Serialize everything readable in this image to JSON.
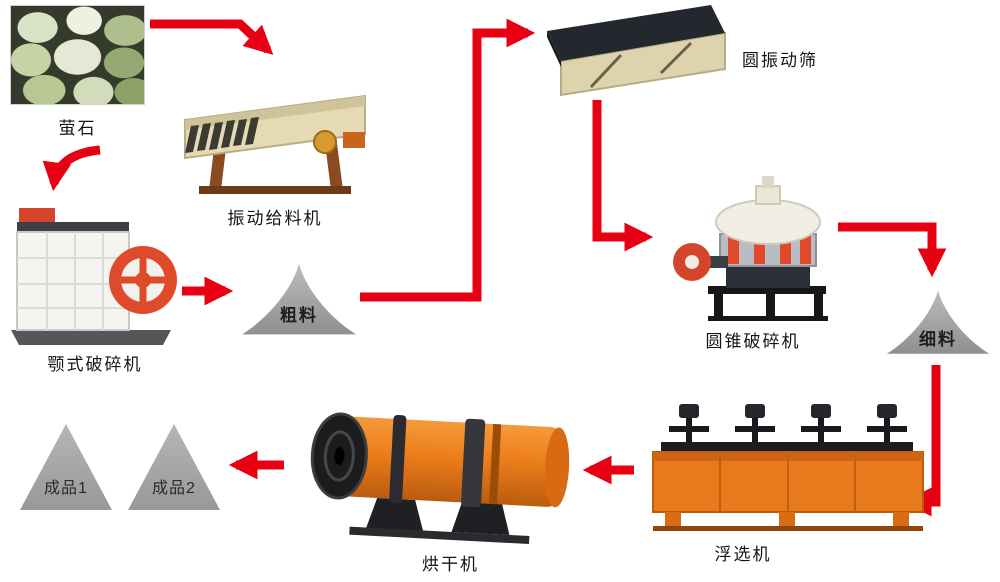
{
  "diagram": {
    "title": "fluorite beneficiation process flow",
    "colors": {
      "arrow": "#e60012",
      "pile": "#a3a3a3",
      "label": "#141414",
      "machine_orange": "#e8791c",
      "machine_beige": "#e5dab3",
      "wheel_red": "#df4a2b"
    },
    "nodes": {
      "fluorite": {
        "label": "萤石",
        "type": "material-photo"
      },
      "feeder": {
        "label": "振动给料机",
        "type": "machine"
      },
      "jaw_crusher": {
        "label": "颚式破碎机",
        "type": "machine"
      },
      "coarse": {
        "label": "粗料",
        "type": "pile"
      },
      "screen": {
        "label": "圆振动筛",
        "type": "machine"
      },
      "cone_crusher": {
        "label": "圆锥破碎机",
        "type": "machine"
      },
      "fine": {
        "label": "细料",
        "type": "pile"
      },
      "flotation": {
        "label": "浮选机",
        "type": "machine"
      },
      "dryer": {
        "label": "烘干机",
        "type": "machine"
      },
      "product1": {
        "label": "成品1",
        "type": "product"
      },
      "product2": {
        "label": "成品2",
        "type": "product"
      }
    },
    "edges": [
      {
        "from": "萤石",
        "to": "振动给料机"
      },
      {
        "from": "振动给料机",
        "to": "颚式破碎机"
      },
      {
        "from": "颚式破碎机",
        "to": "粗料"
      },
      {
        "from": "粗料",
        "to": "圆振动筛"
      },
      {
        "from": "圆振动筛",
        "to": "圆锥破碎机"
      },
      {
        "from": "圆锥破碎机",
        "to": "细料"
      },
      {
        "from": "细料",
        "to": "浮选机"
      },
      {
        "from": "浮选机",
        "to": "烘干机"
      },
      {
        "from": "烘干机",
        "to": "成品1 / 成品2"
      }
    ]
  }
}
